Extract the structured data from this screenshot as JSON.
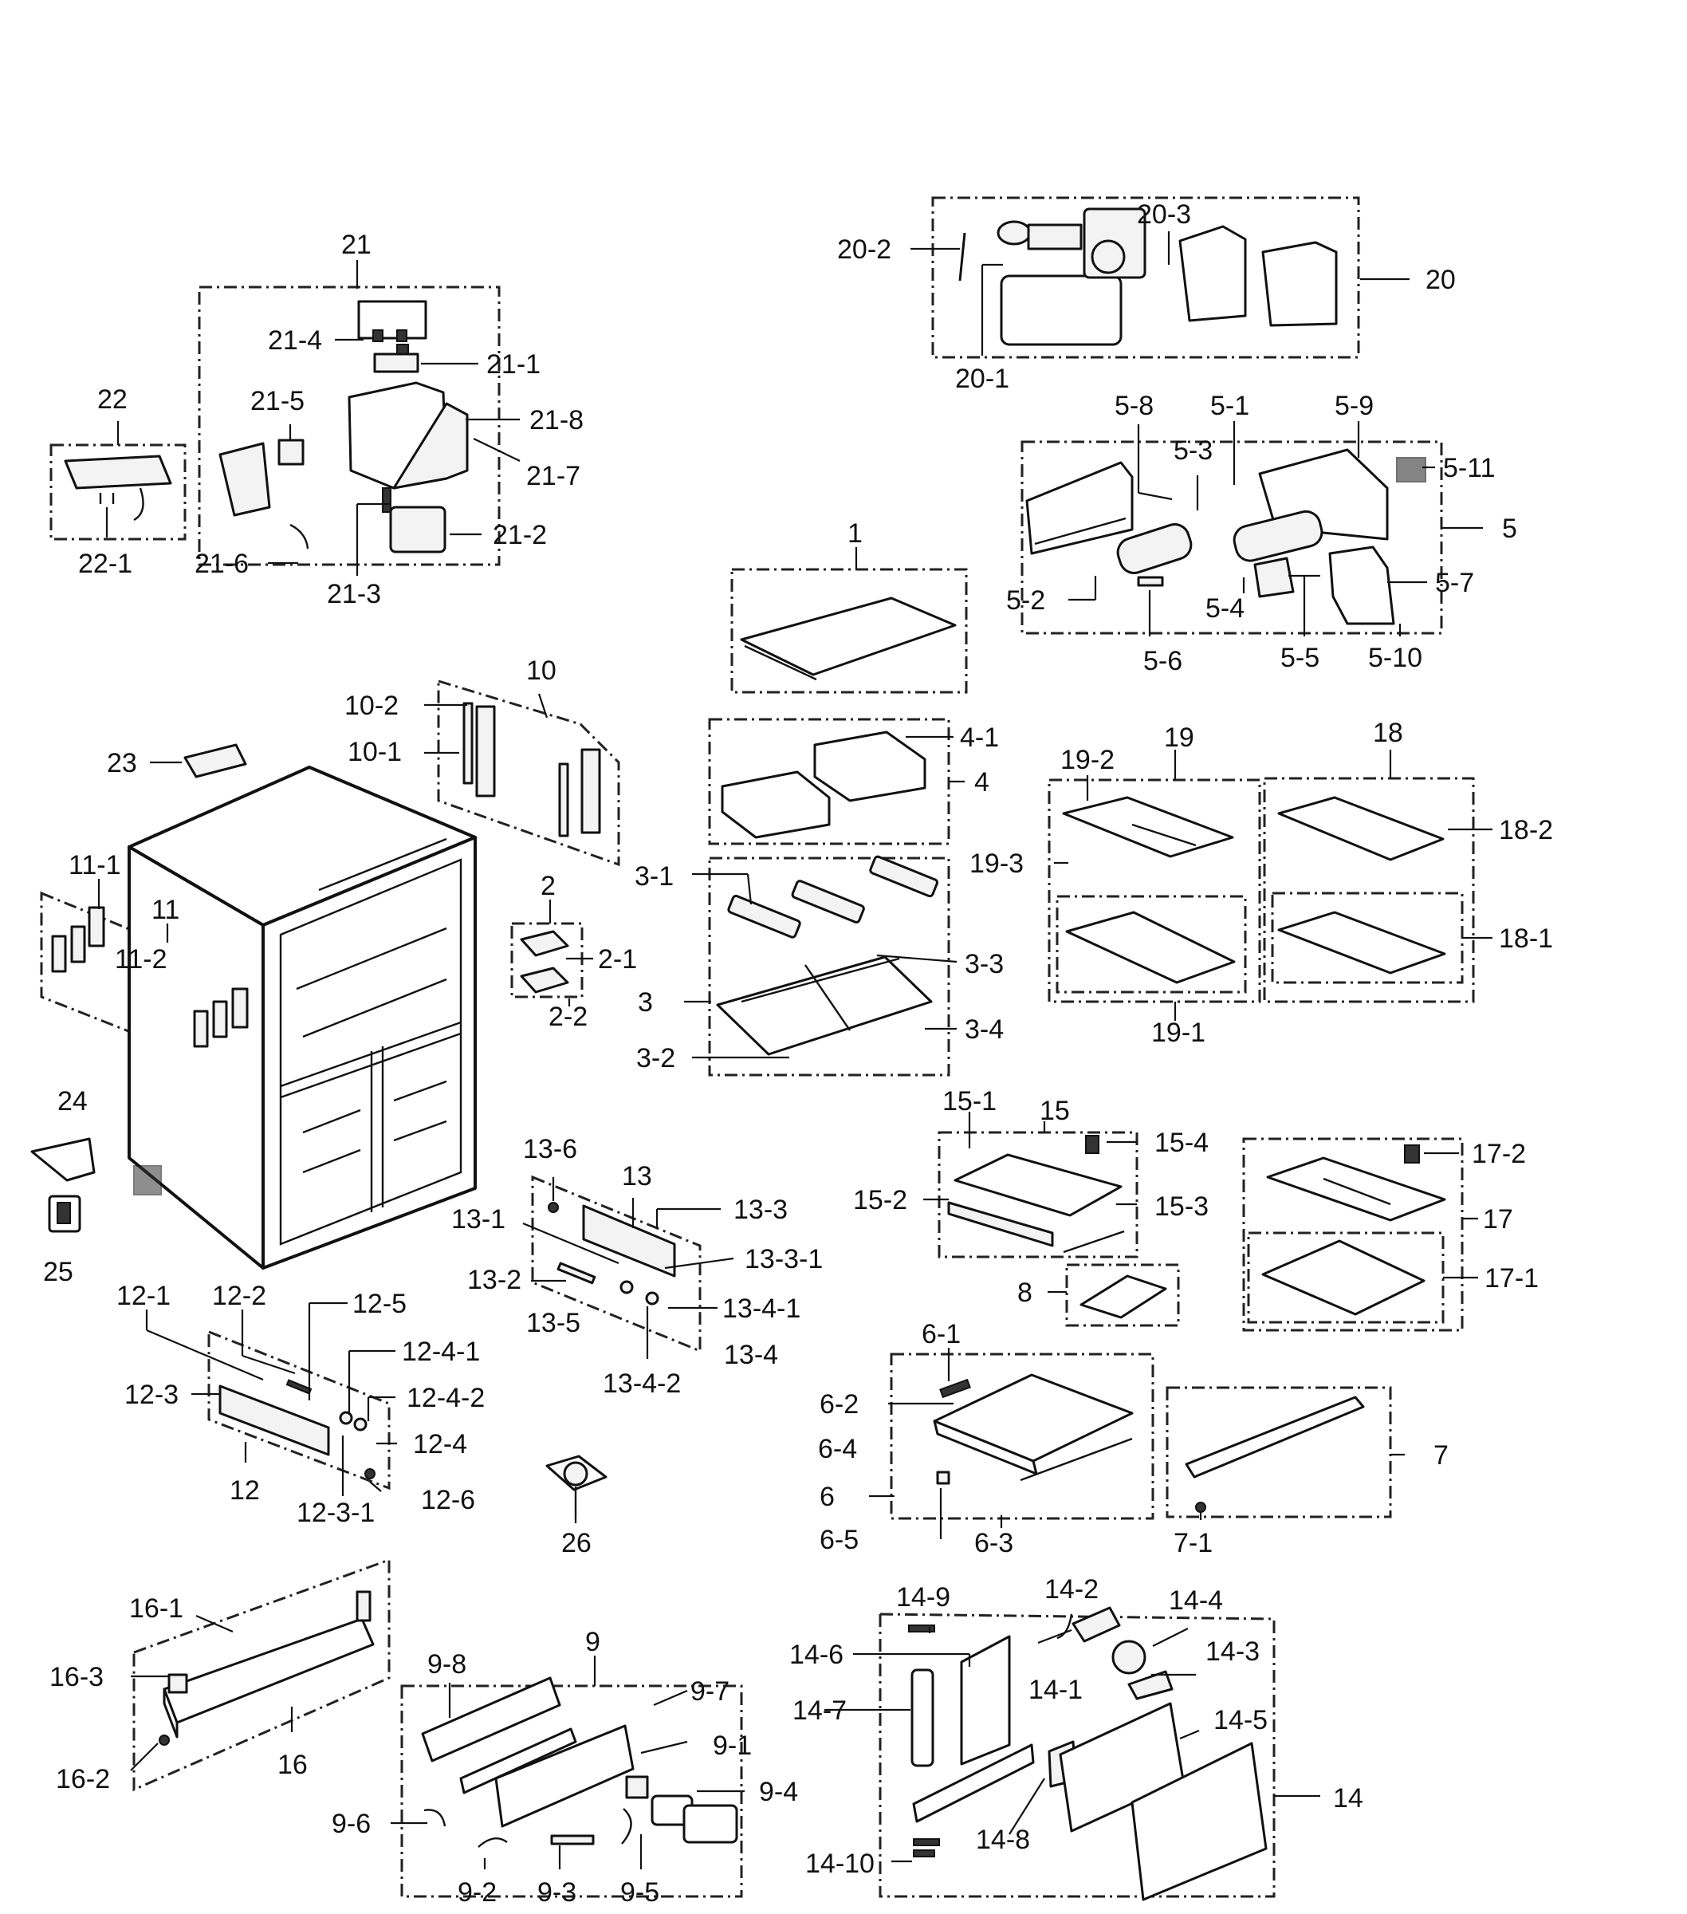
{
  "labels": {
    "l1": "1",
    "l2": "2",
    "l2_1": "2-1",
    "l2_2": "2-2",
    "l3": "3",
    "l3_1": "3-1",
    "l3_2": "3-2",
    "l3_3": "3-3",
    "l3_4": "3-4",
    "l4": "4",
    "l4_1": "4-1",
    "l5": "5",
    "l5_1": "5-1",
    "l5_2": "5-2",
    "l5_3": "5-3",
    "l5_4": "5-4",
    "l5_5": "5-5",
    "l5_6": "5-6",
    "l5_7": "5-7",
    "l5_8": "5-8",
    "l5_9": "5-9",
    "l5_10": "5-10",
    "l5_11": "5-11",
    "l6": "6",
    "l6_1": "6-1",
    "l6_2": "6-2",
    "l6_3": "6-3",
    "l6_4": "6-4",
    "l6_5": "6-5",
    "l7": "7",
    "l7_1": "7-1",
    "l8": "8",
    "l9": "9",
    "l9_1": "9-1",
    "l9_2": "9-2",
    "l9_3": "9-3",
    "l9_4": "9-4",
    "l9_5": "9-5",
    "l9_6": "9-6",
    "l9_7": "9-7",
    "l9_8": "9-8",
    "l10": "10",
    "l10_1": "10-1",
    "l10_2": "10-2",
    "l11": "11",
    "l11_1": "11-1",
    "l11_2": "11-2",
    "l12": "12",
    "l12_1": "12-1",
    "l12_2": "12-2",
    "l12_3": "12-3",
    "l12_3_1": "12-3-1",
    "l12_4": "12-4",
    "l12_4_1": "12-4-1",
    "l12_4_2": "12-4-2",
    "l12_5": "12-5",
    "l12_6": "12-6",
    "l13": "13",
    "l13_1": "13-1",
    "l13_2": "13-2",
    "l13_3": "13-3",
    "l13_3_1": "13-3-1",
    "l13_4": "13-4",
    "l13_4_1": "13-4-1",
    "l13_4_2": "13-4-2",
    "l13_5": "13-5",
    "l13_6": "13-6",
    "l14": "14",
    "l14_1": "14-1",
    "l14_2": "14-2",
    "l14_3": "14-3",
    "l14_4": "14-4",
    "l14_5": "14-5",
    "l14_6": "14-6",
    "l14_7": "14-7",
    "l14_8": "14-8",
    "l14_9": "14-9",
    "l14_10": "14-10",
    "l15": "15",
    "l15_1": "15-1",
    "l15_2": "15-2",
    "l15_3": "15-3",
    "l15_4": "15-4",
    "l16": "16",
    "l16_1": "16-1",
    "l16_2": "16-2",
    "l16_3": "16-3",
    "l17": "17",
    "l17_1": "17-1",
    "l17_2": "17-2",
    "l18": "18",
    "l18_1": "18-1",
    "l18_2": "18-2",
    "l19": "19",
    "l19_1": "19-1",
    "l19_2": "19-2",
    "l19_3": "19-3",
    "l20": "20",
    "l20_1": "20-1",
    "l20_2": "20-2",
    "l20_3": "20-3",
    "l21": "21",
    "l21_1": "21-1",
    "l21_2": "21-2",
    "l21_3": "21-3",
    "l21_4": "21-4",
    "l21_5": "21-5",
    "l21_6": "21-6",
    "l21_7": "21-7",
    "l21_8": "21-8",
    "l22": "22",
    "l22_1": "22-1",
    "l23": "23",
    "l24": "24",
    "l25": "25",
    "l26": "26"
  }
}
